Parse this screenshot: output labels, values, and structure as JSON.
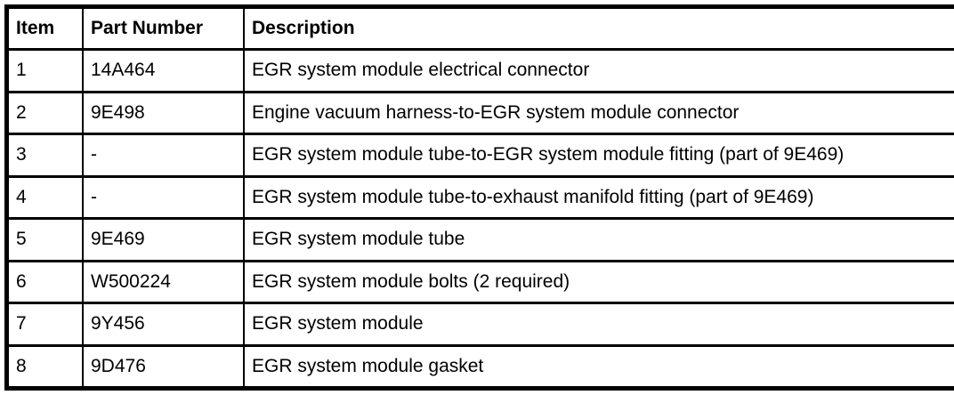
{
  "table": {
    "columns": [
      "Item",
      "Part Number",
      "Description"
    ],
    "rows": [
      {
        "item": "1",
        "part_number": "14A464",
        "description": "EGR system module electrical connector"
      },
      {
        "item": "2",
        "part_number": "9E498",
        "description": "Engine vacuum harness-to-EGR system module connector"
      },
      {
        "item": "3",
        "part_number": "-",
        "description": "EGR system module tube-to-EGR system module fitting (part of 9E469)"
      },
      {
        "item": "4",
        "part_number": "-",
        "description": "EGR system module tube-to-exhaust manifold fitting (part of 9E469)"
      },
      {
        "item": "5",
        "part_number": "9E469",
        "description": "EGR system module tube"
      },
      {
        "item": "6",
        "part_number": "W500224",
        "description": "EGR system module bolts (2 required)"
      },
      {
        "item": "7",
        "part_number": "9Y456",
        "description": "EGR system module"
      },
      {
        "item": "8",
        "part_number": "9D476",
        "description": "EGR system module gasket"
      }
    ],
    "colors": {
      "border": "#000000",
      "text": "#000000",
      "background": "#ffffff"
    }
  }
}
